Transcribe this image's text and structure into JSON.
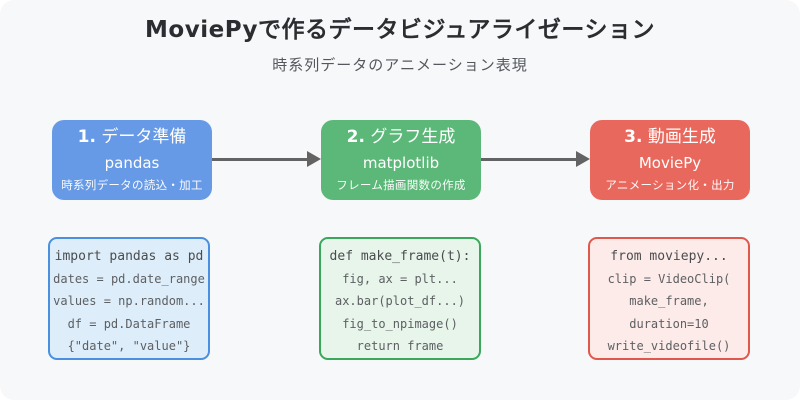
{
  "canvas": {
    "bg": "#f7f8fa"
  },
  "header": {
    "title_brand": "MoviePy",
    "title_rest": "で作るデータビジュアライゼーション",
    "subtitle": "時系列データのアニメーション表現"
  },
  "flow": {
    "arrow_color": "#636363",
    "steps": [
      {
        "number": "1.",
        "label": "データ準備",
        "lib": "pandas",
        "desc": "時系列データの読込・加工",
        "color": "#6699e6"
      },
      {
        "number": "2.",
        "label": "グラフ生成",
        "lib": "matplotlib",
        "desc": "フレーム描画関数の作成",
        "color": "#5cb878"
      },
      {
        "number": "3.",
        "label": "動画生成",
        "lib": "MoviePy",
        "desc": "アニメーション化・出力",
        "color": "#e9685d"
      }
    ]
  },
  "code_blocks": [
    {
      "accent": "#4a8fe0",
      "bg": "#ddeefa",
      "lines": [
        "import pandas as pd",
        "dates = pd.date_range",
        "values = np.random...",
        "df = pd.DataFrame",
        "{\"date\", \"value\"}"
      ]
    },
    {
      "accent": "#3aa85a",
      "bg": "#e7f5eb",
      "lines": [
        "def make_frame(t):",
        "fig, ax = plt...",
        "ax.bar(plot_df...)",
        "fig_to_npimage()",
        "return frame"
      ]
    },
    {
      "accent": "#e0584c",
      "bg": "#fcebe9",
      "lines": [
        "from moviepy...",
        "clip = VideoClip(",
        "make_frame,",
        "duration=10",
        "write_videofile()"
      ]
    }
  ]
}
